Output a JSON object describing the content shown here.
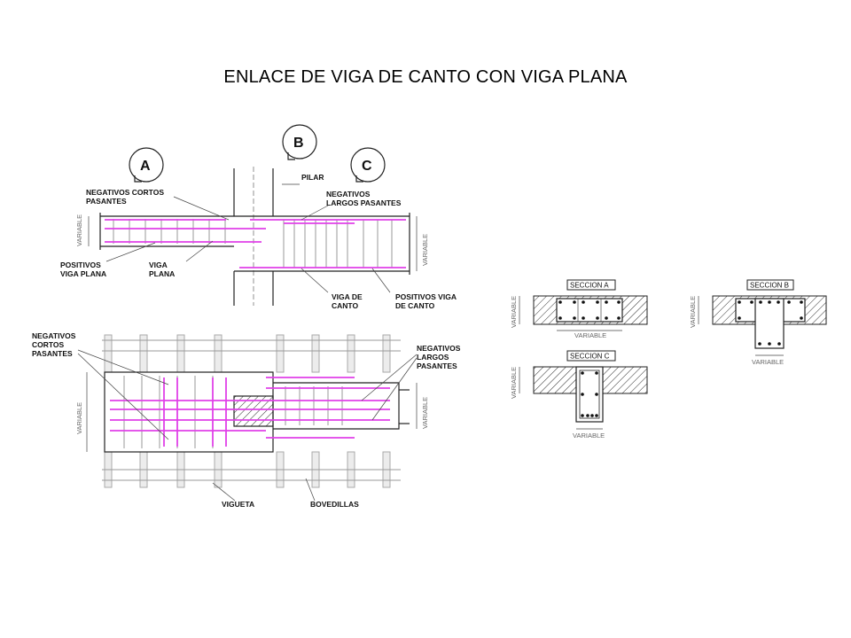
{
  "title": "ENLACE DE VIGA DE CANTO CON VIGA PLANA",
  "section_markers": {
    "a": "A",
    "b": "B",
    "c": "C"
  },
  "labels": {
    "pilar": "PILAR",
    "negativos_cortos_1": "NEGATIVOS  CORTOS",
    "negativos_cortos_2": "PASANTES",
    "negativos_largos_1": "NEGATIVOS",
    "negativos_largos_2": "LARGOS  PASANTES",
    "positivos_plana_1": "POSITIVOS",
    "positivos_plana_2": "VIGA PLANA",
    "viga_plana_1": "VIGA",
    "viga_plana_2": "PLANA",
    "viga_canto_1": "VIGA  DE",
    "viga_canto_2": "CANTO",
    "positivos_canto_1": "POSITIVOS  VIGA",
    "positivos_canto_2": "DE  CANTO",
    "variable": "VARIABLE",
    "plan_neg_cortos_1": "NEGATIVOS",
    "plan_neg_cortos_2": "CORTOS",
    "plan_neg_cortos_3": "PASANTES",
    "plan_neg_largos_1": "NEGATIVOS",
    "plan_neg_largos_2": "LARGOS",
    "plan_neg_largos_3": "PASANTES",
    "vigueta": "VIGUETA",
    "bovedillas": "BOVEDILLAS"
  },
  "sections": {
    "a": "SECCION  A",
    "b": "SECCION  B",
    "c": "SECCION  C"
  },
  "colors": {
    "rebar": "#e040e8",
    "line": "#222222",
    "concrete_hatch": "#333333"
  }
}
